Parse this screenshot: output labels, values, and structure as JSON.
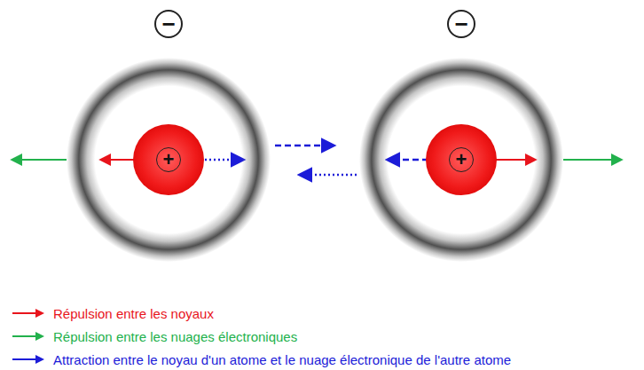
{
  "diagram": {
    "nodes": [
      {
        "text": [
          "−"
        ]
      },
      {
        "text": [
          "+"
        ],
        "in": 0
      },
      {
        "text": [
          "−"
        ]
      },
      {
        "text": [
          "+"
        ],
        "in": 2
      }
    ],
    "legend": [
      {
        "text": "Répulsion entre les noyaux"
      },
      {
        "text": "Répulsion entre les nuages électroniques"
      },
      {
        "text": "Attraction entre le noyau d'un atome et le nuage électronique de l'autre atome"
      }
    ]
  }
}
